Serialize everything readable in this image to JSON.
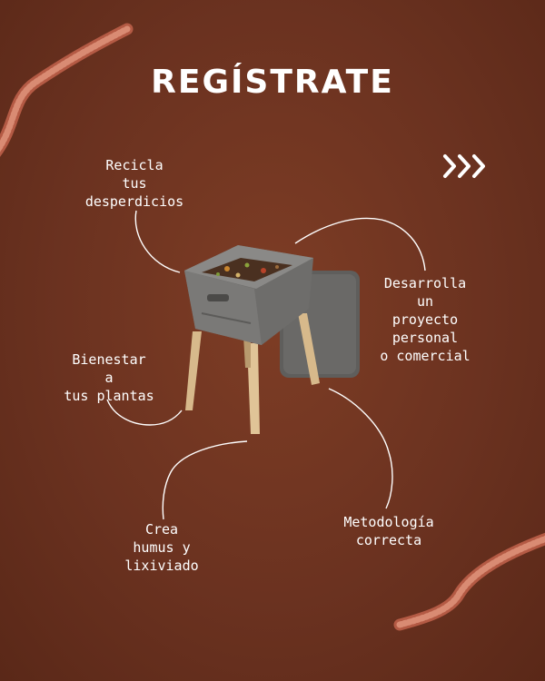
{
  "title": "REGÍSTRATE",
  "labels": {
    "recicla": [
      "Recicla",
      "tus",
      "desperdicios"
    ],
    "desarrolla": [
      "Desarrolla",
      "un",
      "proyecto",
      "personal",
      "o comercial"
    ],
    "bienestar": [
      "Bienestar",
      "a",
      "tus plantas"
    ],
    "crea": [
      "Crea",
      "humus y",
      "lixiviado"
    ],
    "metodologia": [
      "Metodología",
      "correcta"
    ]
  },
  "icons": {
    "chevrons": "triple-chevron-right-icon",
    "worm_top": "earthworm-icon",
    "worm_bottom": "earthworm-icon",
    "bin": "worm-compost-bin-illustration"
  },
  "colors": {
    "background": "#6b3220",
    "text": "#ffffff",
    "bin": "#6e6d6b",
    "legs": "#d7b98b",
    "worm": "#c4705a"
  }
}
